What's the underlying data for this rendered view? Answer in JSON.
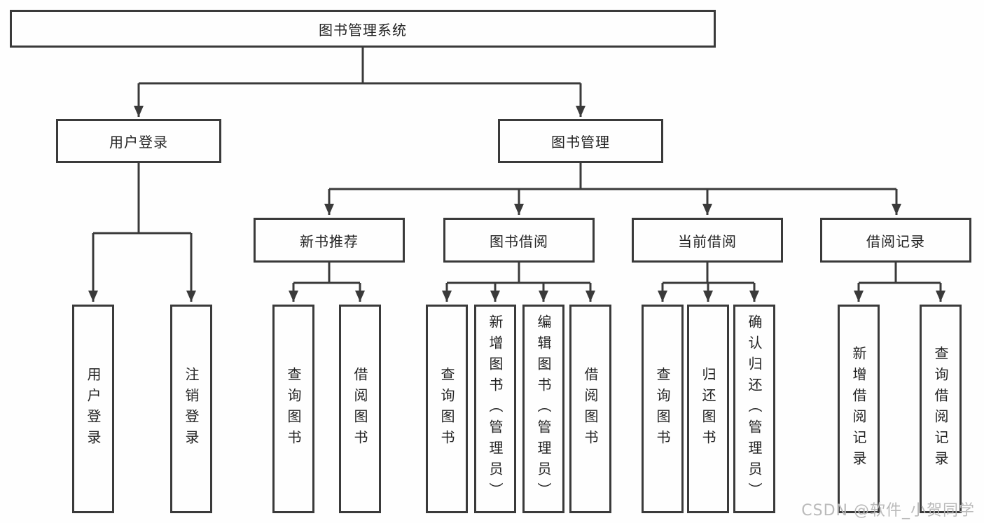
{
  "tree": {
    "label": "图书管理系统",
    "children": [
      {
        "label": "用户登录",
        "children": [
          {
            "label": "用户登录"
          },
          {
            "label": "注销登录"
          }
        ]
      },
      {
        "label": "图书管理",
        "children": [
          {
            "label": "新书推荐",
            "children": [
              {
                "label": "查询图书"
              },
              {
                "label": "借阅图书"
              }
            ]
          },
          {
            "label": "图书借阅",
            "children": [
              {
                "label": "查询图书"
              },
              {
                "label": "新增图书（管理员）"
              },
              {
                "label": "编辑图书（管理员）"
              },
              {
                "label": "借阅图书"
              }
            ]
          },
          {
            "label": "当前借阅",
            "children": [
              {
                "label": "查询图书"
              },
              {
                "label": "归还图书"
              },
              {
                "label": "确认归还（管理员）"
              }
            ]
          },
          {
            "label": "借阅记录",
            "children": [
              {
                "label": "新增借阅记录"
              },
              {
                "label": "查询借阅记录"
              }
            ]
          }
        ]
      }
    ]
  },
  "watermark": "CSDN @软件_小贺同学",
  "colors": {
    "line": "#3a3a3a",
    "box_border": "#3a3a3a",
    "text": "#232323",
    "watermark": "#b6b6b6",
    "background": "#fefefe"
  }
}
